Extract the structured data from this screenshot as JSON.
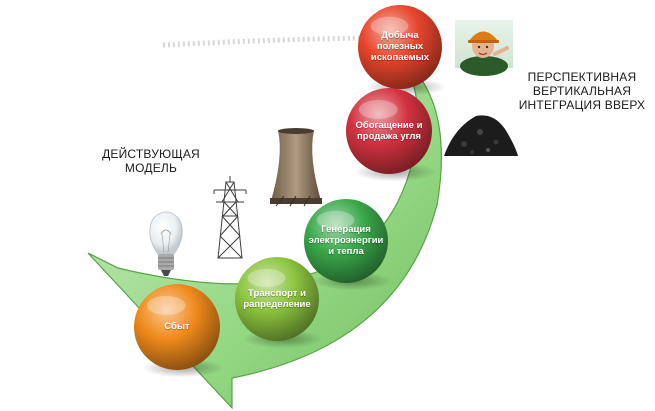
{
  "captions": {
    "current_model": [
      "ДЕЙСТВУЮЩАЯ",
      "МОДЕЛЬ"
    ],
    "perspective": [
      "ПЕРСПЕКТИВНАЯ",
      "ВЕРТИКАЛЬНАЯ",
      "ИНТЕГРАЦИЯ ВВЕРХ"
    ]
  },
  "stages": [
    {
      "label": "Добыча полезных ископаемых",
      "color": "#e8452c"
    },
    {
      "label": "Обогащение и продажа угля",
      "color": "#d2323f"
    },
    {
      "label": "Генерация электроэнергии и тепла",
      "color": "#3aa84a"
    },
    {
      "label": "Транспорт и рапределение",
      "color": "#8cc43f"
    },
    {
      "label": "Сбыт",
      "color": "#f08a1c"
    }
  ],
  "icons": [
    "miner-photo-icon",
    "coal-pile-icon",
    "cooling-tower-icon",
    "power-pylon-icon",
    "light-bulb-icon"
  ],
  "colors": {
    "arrow": "#8fd07a",
    "arrow_edge": "#5aa14a"
  }
}
